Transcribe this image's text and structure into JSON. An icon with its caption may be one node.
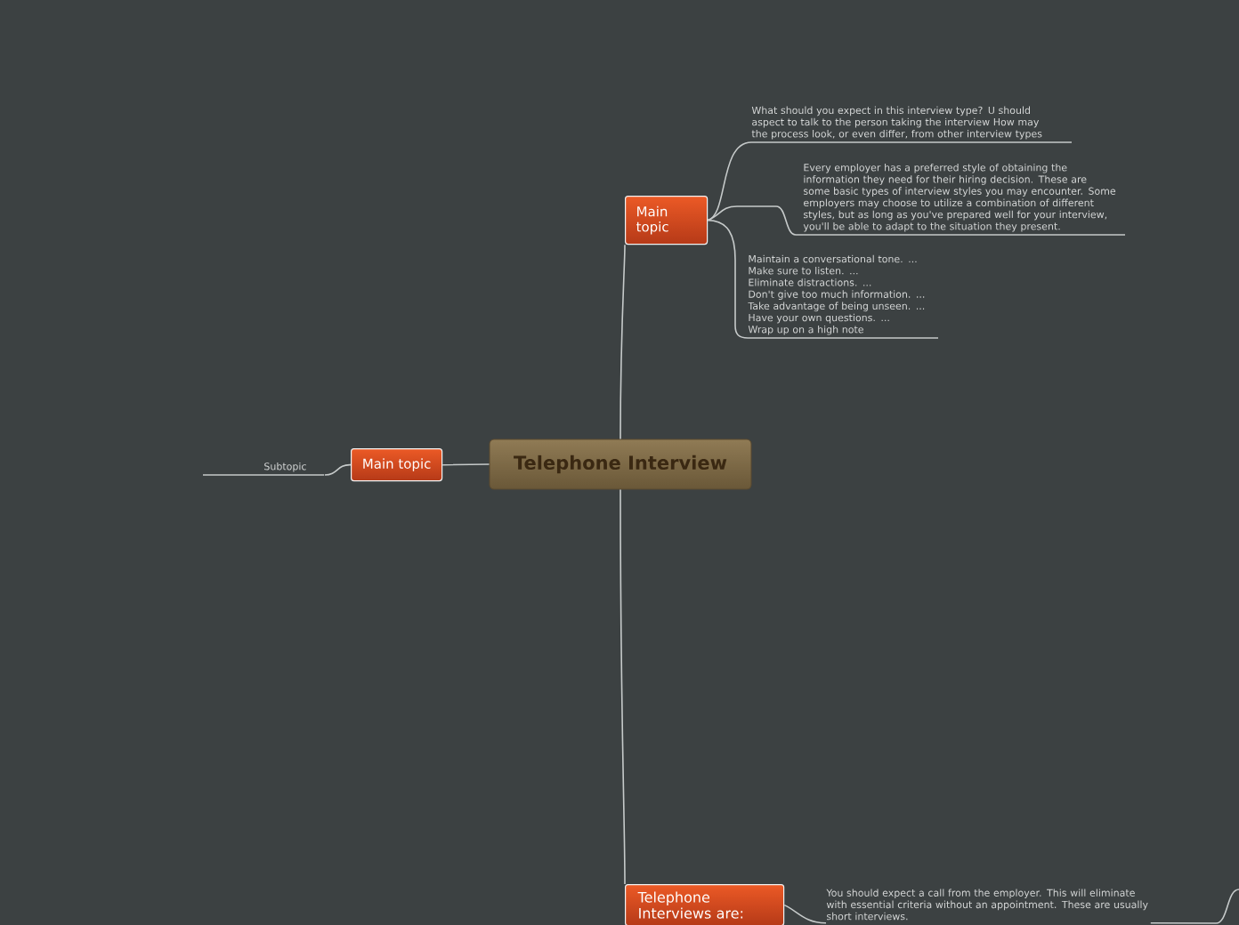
{
  "diagram": {
    "nodes": [
      {
        "text": [
          "Telephone Interview"
        ]
      },
      {
        "text": [
          "Main topic"
        ]
      },
      {
        "text": [
          "What should you expect in this interview type? U should aspect to talk to the person taking the interview How may the process look, or even differ, from other interview types"
        ]
      },
      {
        "text": [
          "Every employer has a preferred style of obtaining the information they need for their hiring decision. These are some basic types of interview styles you may encounter. Some employers may choose to utilize a combination of different styles, but as long as you've prepared well for your interview, you'll be able to adapt to the situation they present."
        ]
      },
      {
        "text": [
          "Maintain a conversational tone. ...",
          "Make sure to listen. ...",
          "Eliminate distractions. ...",
          "Don't give too much information. ...",
          "Take advantage of being unseen. ...",
          "Have your own questions. ...",
          "Wrap up on a high note"
        ]
      },
      {
        "text": [
          "Main topic"
        ]
      },
      {
        "text": [
          "Subtopic"
        ]
      },
      {
        "text": [
          "Telephone Interviews are:"
        ]
      },
      {
        "text": [
          "You should expect a call from the employer. This will eliminate with essential criteria without an appointment. These are usually short interviews."
        ]
      }
    ],
    "edges": [
      {
        "from": 0,
        "to": 1,
        "arrow": "none"
      },
      {
        "from": 0,
        "to": 5,
        "arrow": "none"
      },
      {
        "from": 0,
        "to": 7,
        "arrow": "none"
      },
      {
        "from": 1,
        "to": 2,
        "arrow": "none"
      },
      {
        "from": 1,
        "to": 3,
        "arrow": "none"
      },
      {
        "from": 1,
        "to": 4,
        "arrow": "none"
      },
      {
        "from": 5,
        "to": 6,
        "arrow": "none"
      },
      {
        "from": 7,
        "to": 8,
        "arrow": "none"
      },
      {
        "from": 8,
        "to": null,
        "arrow": "none"
      }
    ]
  }
}
